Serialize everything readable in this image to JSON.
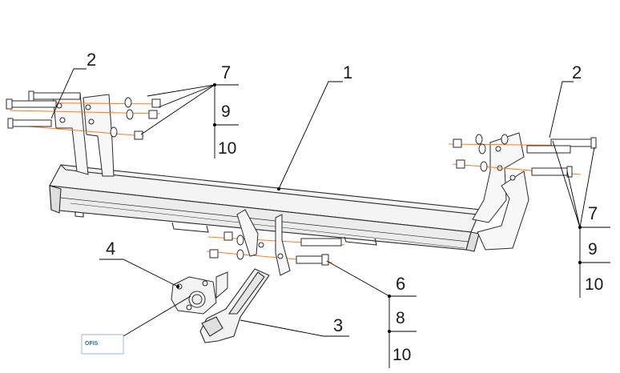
{
  "labels": {
    "main_beam": "1",
    "bracket_left": "2",
    "bracket_right": "2",
    "ball_neck": "3",
    "ball_mount_plate": "4",
    "ball_bolt_group": "6",
    "left_fastener_group": "7",
    "right_fastener_group": "7"
  },
  "fastener_sets": {
    "left": [
      "9",
      "10"
    ],
    "right": [
      "9",
      "10"
    ],
    "ball": [
      "8",
      "10"
    ]
  },
  "logo": "OFIS",
  "colors": {
    "line": "#2a2a2a",
    "axis": "#ff7a1a",
    "leader": "#000000"
  }
}
